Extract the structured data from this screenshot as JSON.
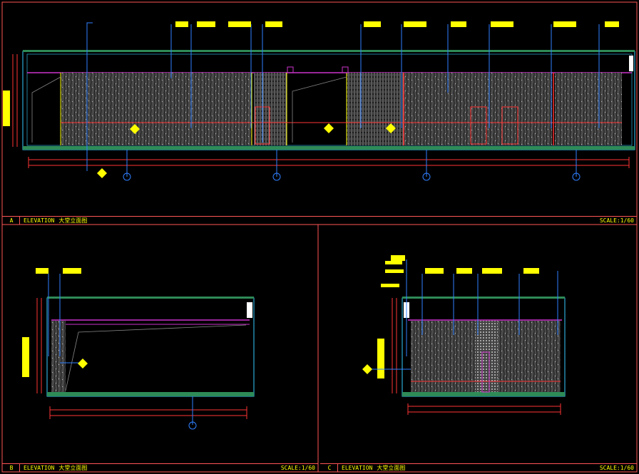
{
  "views": [
    {
      "number": "A",
      "title": "ELEVATION",
      "title_zh": "大堂立面图",
      "scale": "SCALE:1/60"
    },
    {
      "number": "B",
      "title": "ELEVATION",
      "title_zh": "大堂立面图",
      "scale": "SCALE:1/60"
    },
    {
      "number": "C",
      "title": "ELEVATION",
      "title_zh": "大堂立面图",
      "scale": "SCALE:1/60"
    }
  ],
  "colors": {
    "frame": "#ff5555",
    "leader": "#2f7fff",
    "dimension": "#ff3333",
    "tag": "#ffff00",
    "panel": "#4a4a4a",
    "ceiling": "#cc33cc",
    "floor": "#2e8b57",
    "wall_outline": "#33ccff"
  }
}
